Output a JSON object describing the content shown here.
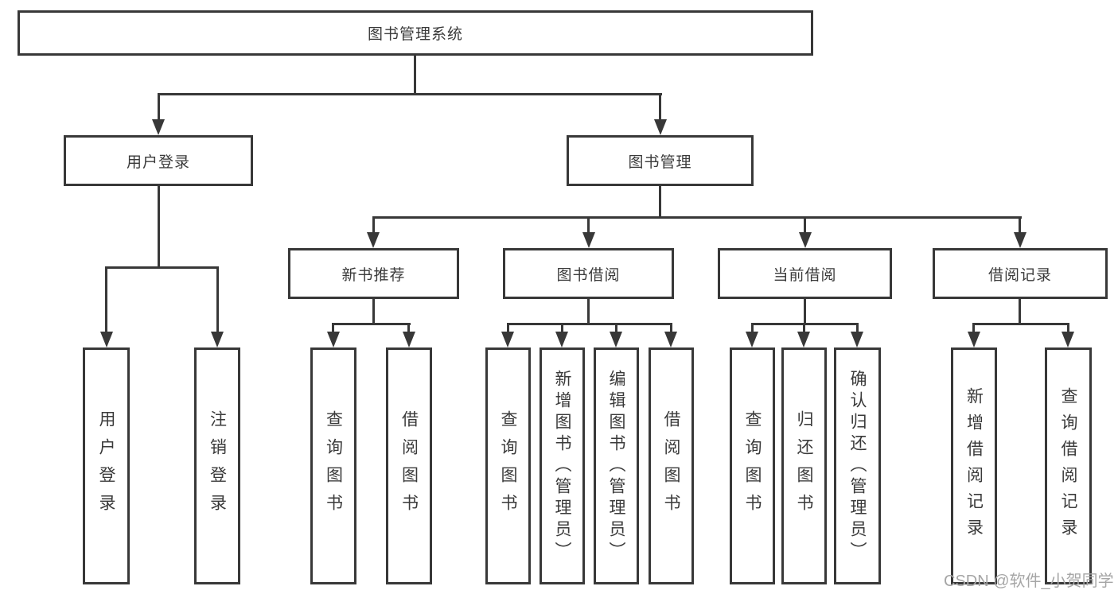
{
  "root": {
    "label": "图书管理系统"
  },
  "level2": [
    {
      "label": "用户登录"
    },
    {
      "label": "图书管理"
    }
  ],
  "level3": [
    {
      "label": "新书推荐"
    },
    {
      "label": "图书借阅"
    },
    {
      "label": "当前借阅"
    },
    {
      "label": "借阅记录"
    }
  ],
  "leaves": {
    "user_login": [
      {
        "label": "用户登录"
      },
      {
        "label": "注销登录"
      }
    ],
    "new_book_recommend": [
      {
        "label": "查询图书"
      },
      {
        "label": "借阅图书"
      }
    ],
    "book_borrow": [
      {
        "label": "查询图书"
      },
      {
        "label": "新增图书（管理员）"
      },
      {
        "label": "编辑图书（管理员）"
      },
      {
        "label": "借阅图书"
      }
    ],
    "current_borrow": [
      {
        "label": "查询图书"
      },
      {
        "label": "归还图书"
      },
      {
        "label": "确认归还（管理员）"
      }
    ],
    "borrow_records": [
      {
        "label": "新增借阅记录"
      },
      {
        "label": "查询借阅记录"
      }
    ]
  },
  "watermark": {
    "text": "CSDN @软件_小贺同学"
  },
  "colors": {
    "line": "#383838",
    "text": "#3a3a3a",
    "watermark": "#a6a6a6",
    "background": "#ffffff"
  }
}
